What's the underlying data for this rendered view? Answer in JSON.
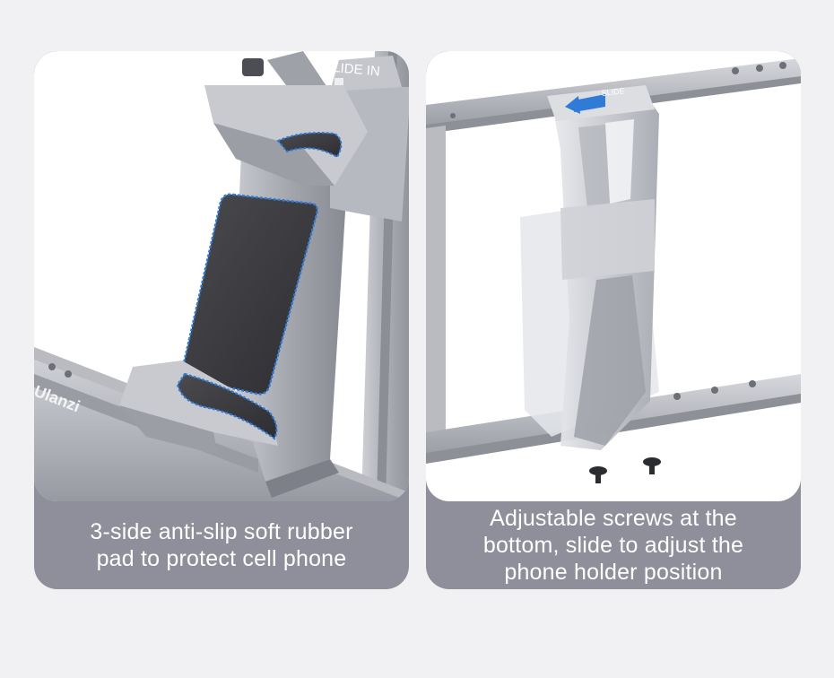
{
  "panels": [
    {
      "caption": "3-side anti-slip soft rubber\npad to protect cell phone",
      "engraving_top": "SLIDE IN",
      "brand_mark": "Ulanzi"
    },
    {
      "caption": "Adjustable screws at the\nbottom, slide to adjust the\nphone holder position",
      "engraving_top": "SLIDE"
    }
  ],
  "colors": {
    "caption_bg": "#8e8f9a",
    "page_bg": "#f1f1f3",
    "rubber": "#3a3a3e",
    "stitch": "#2f7bd6",
    "metal": "#a9abb3"
  }
}
